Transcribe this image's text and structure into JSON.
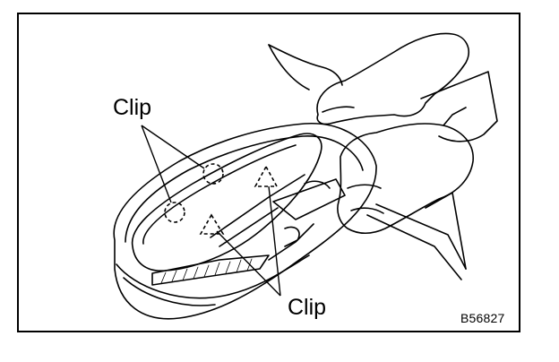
{
  "diagram": {
    "labels": {
      "upper_callout": "Clip",
      "lower_callout": "Clip"
    },
    "figure_code": "B56827",
    "colors": {
      "line": "#000000",
      "background": "#ffffff"
    }
  }
}
